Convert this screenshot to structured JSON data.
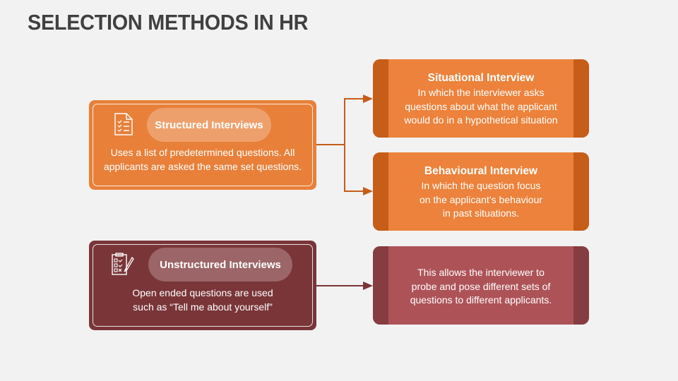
{
  "title": "SELECTION METHODS IN HR",
  "colors": {
    "background": "#f2f2f2",
    "orange": "#e8803a",
    "orange_dark": "#c65d19",
    "maroon": "#793538",
    "rose": "#ad5358",
    "rose_dark": "#863d41"
  },
  "structured": {
    "icon": "checklist-document-icon",
    "label": "Structured Interviews",
    "description_line1": "Uses a list of predetermined questions. All",
    "description_line2": "applicants are asked the same set questions."
  },
  "unstructured": {
    "icon": "clipboard-checklist-pencil-icon",
    "label": "Unstructured Interviews",
    "description_line1": "Open ended questions are used",
    "description_line2": "such as “Tell me about yourself”"
  },
  "situational": {
    "title": "Situational Interview",
    "line1": "In which the interviewer asks",
    "line2": "questions about what the applicant",
    "line3": "would do in a hypothetical situation"
  },
  "behavioural": {
    "title": "Behavioural Interview",
    "line1": "In which the question focus",
    "line2": "on the applicant’s behaviour",
    "line3": "in past situations."
  },
  "unstructured_detail": {
    "line1": "This allows the interviewer to",
    "line2": "probe and pose different sets of",
    "line3": "questions to different applicants."
  }
}
